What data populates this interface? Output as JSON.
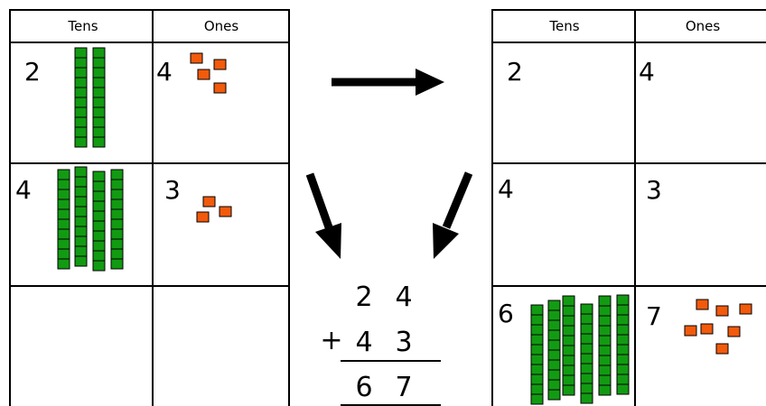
{
  "left_chart": {
    "header_tens": "Tens",
    "header_ones": "Ones",
    "rows": [
      {
        "tens": "2",
        "ones": "4"
      },
      {
        "tens": "4",
        "ones": "3"
      },
      {
        "tens": "",
        "ones": ""
      }
    ]
  },
  "right_chart": {
    "header_tens": "Tens",
    "header_ones": "Ones",
    "rows": [
      {
        "tens": "2",
        "ones": "4"
      },
      {
        "tens": "4",
        "ones": "3"
      },
      {
        "tens": "6",
        "ones": "7"
      }
    ]
  },
  "addition": {
    "top_tens": "2",
    "top_ones": "4",
    "operator": "+",
    "second_tens": "4",
    "second_ones": "3",
    "result_tens": "6",
    "result_ones": "7"
  },
  "colors": {
    "ten_rod": "#129b12",
    "unit_cube": "#f25a0c",
    "line": "#000000"
  }
}
